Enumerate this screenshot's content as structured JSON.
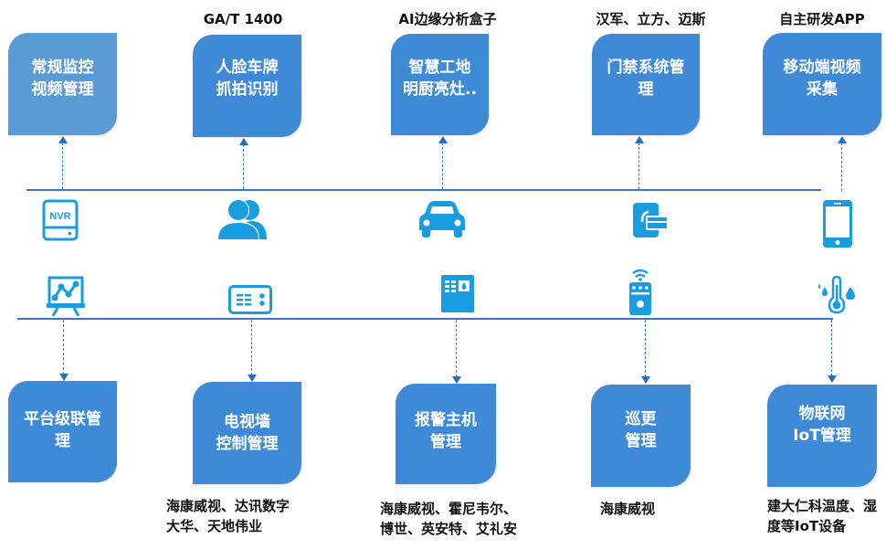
{
  "colors": {
    "box": "#3e8ad6",
    "box_light": "#5b9bd5",
    "icon": "#1a9de0",
    "line": "#4472c4",
    "connector": "#2f7ed8"
  },
  "top_row": [
    {
      "label": "常规监控\n视频管理",
      "caption": "",
      "icon": "nvr-icon"
    },
    {
      "label": "人脸车牌\n抓拍识别",
      "caption": "GA/T 1400",
      "icon": "users-icon"
    },
    {
      "label": "智慧工地\n明厨亮灶..",
      "caption": "AI边缘分析盒子",
      "icon": "car-icon"
    },
    {
      "label": "门禁系统管\n理",
      "caption": "汉军、立方、迈斯",
      "icon": "access-card-icon"
    },
    {
      "label": "移动端视频\n采集",
      "caption": "自主研发APP",
      "icon": "smartphone-icon"
    }
  ],
  "bottom_row": [
    {
      "label": "平台级联管\n理",
      "vendors": "",
      "icon": "presentation-chart-icon"
    },
    {
      "label": "电视墙\n控制管理",
      "vendors": "海康威视、达讯数字\n大华、天地伟业",
      "icon": "video-wall-controller-icon"
    },
    {
      "label": "报警主机\n管理",
      "vendors": "海康威视、霍尼韦尔、\n博世、英安特、艾礼安",
      "icon": "alarm-panel-icon"
    },
    {
      "label": "巡更\n管理",
      "vendors": "海康威视",
      "icon": "patrol-device-icon"
    },
    {
      "label": "物联网\nIoT管理",
      "vendors": "建大仁科温度、湿\n度等IoT设备",
      "icon": "thermometer-humidity-icon"
    }
  ]
}
